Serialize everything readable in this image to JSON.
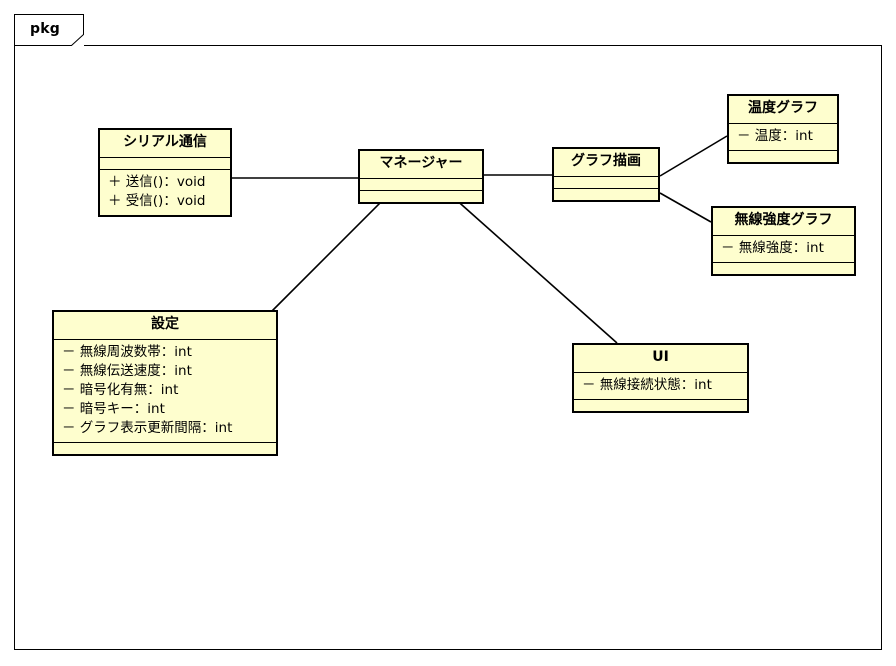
{
  "diagram": {
    "type": "uml-class-diagram",
    "package": {
      "tab_label": "pkg"
    },
    "colors": {
      "class_fill": "#FEFECE",
      "line": "#000000",
      "background": "#FFFFFF"
    },
    "classes": [
      {
        "id": "serial",
        "name": "シリアル通信",
        "attributes": [],
        "operations": [
          "＋ 送信()：void",
          "＋ 受信()：void"
        ]
      },
      {
        "id": "manager",
        "name": "マネージャー",
        "attributes": [],
        "operations": []
      },
      {
        "id": "graphdraw",
        "name": "グラフ描画",
        "attributes": [],
        "operations": []
      },
      {
        "id": "temp-graph",
        "name": "温度グラフ",
        "attributes": [
          "－ 温度：int"
        ],
        "operations": []
      },
      {
        "id": "rssi-graph",
        "name": "無線強度グラフ",
        "attributes": [
          "－ 無線強度：int"
        ],
        "operations": []
      },
      {
        "id": "settings",
        "name": "設定",
        "attributes": [
          "－ 無線周波数帯：int",
          "－ 無線伝送速度：int",
          "－ 暗号化有無：int",
          "－ 暗号キー：int",
          "－ グラフ表示更新間隔：int"
        ],
        "operations": []
      },
      {
        "id": "ui",
        "name": "UI",
        "attributes": [
          "－ 無線接続状態：int"
        ],
        "operations": []
      }
    ],
    "associations": [
      {
        "from": "serial",
        "to": "manager"
      },
      {
        "from": "manager",
        "to": "graphdraw"
      },
      {
        "from": "graphdraw",
        "to": "temp-graph"
      },
      {
        "from": "graphdraw",
        "to": "rssi-graph"
      },
      {
        "from": "manager",
        "to": "settings"
      },
      {
        "from": "manager",
        "to": "ui"
      }
    ]
  }
}
